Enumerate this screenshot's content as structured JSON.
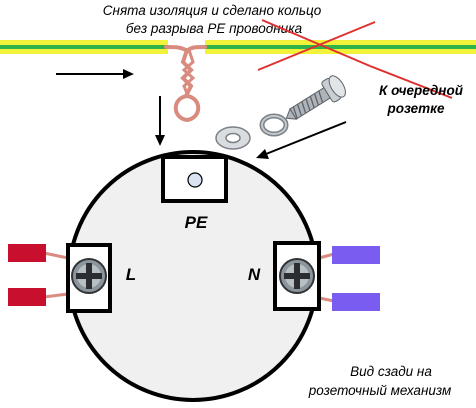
{
  "caption_top": {
    "line1": "Снята изоляция и сделано кольцо",
    "line2": "без разрыва PE проводника"
  },
  "caption_right": {
    "line1": "К очередной",
    "line2": "розетке"
  },
  "caption_bottom": {
    "line1": "Вид сзади на",
    "line2": "розеточный механизм"
  },
  "terminals": {
    "pe": "PE",
    "l": "L",
    "n": "N"
  },
  "colors": {
    "pe_wire_yellow": "#f2f23a",
    "pe_wire_green": "#2db34a",
    "copper": "#d98b7f",
    "phase_wire": "#c8102e",
    "neutral_wire": "#7a5cf0",
    "cross_mark": "#e03030",
    "body": "#f0f0f0"
  },
  "icons": [
    "screw-icon",
    "washer-icon",
    "spring-washer-icon"
  ]
}
